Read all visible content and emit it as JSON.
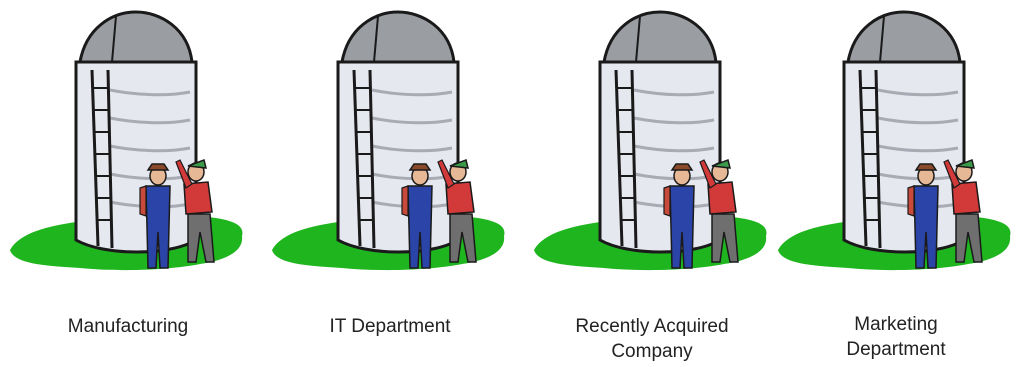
{
  "colors": {
    "grass": "#1fb51f",
    "silo_body": "#e6e8ef",
    "silo_dome": "#9a9da2",
    "outline": "#1a1a1a",
    "overalls": "#2a44a8",
    "red_shirt": "#d23a3a",
    "trousers": "#6f6f6f",
    "cap_green": "#3a9a4a"
  },
  "silos": [
    {
      "label_lines": [
        "Manufacturing"
      ]
    },
    {
      "label_lines": [
        "IT Department"
      ]
    },
    {
      "label_lines": [
        "Recently Acquired",
        "Company"
      ]
    },
    {
      "label_lines": [
        "Marketing",
        "Department"
      ]
    }
  ]
}
